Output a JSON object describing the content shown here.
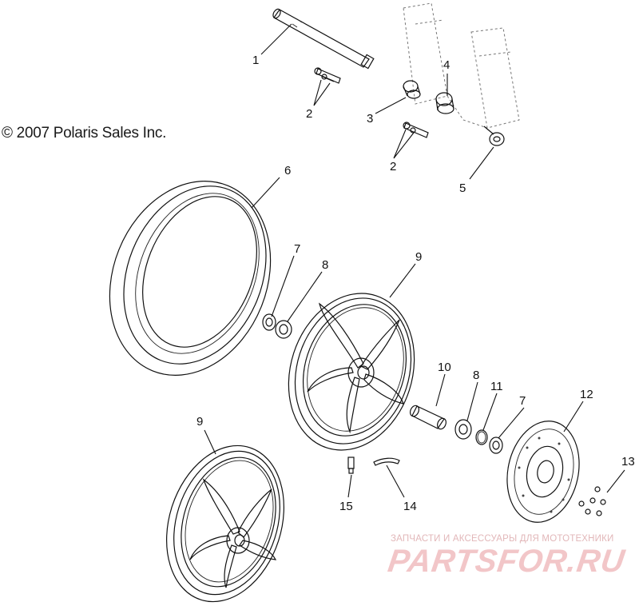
{
  "copyright": "© 2007 Polaris Sales Inc.",
  "watermark": {
    "subtitle": "ЗАПЧАСТИ И АКСЕССУАРЫ ДЛЯ МОТОТЕХНИКИ",
    "logo": "PARTSFOR.RU",
    "color": "#f2c6c8"
  },
  "callouts": [
    {
      "id": "1",
      "label": "1"
    },
    {
      "id": "2a",
      "label": "2"
    },
    {
      "id": "3",
      "label": "3"
    },
    {
      "id": "4",
      "label": "4"
    },
    {
      "id": "2b",
      "label": "2"
    },
    {
      "id": "5",
      "label": "5"
    },
    {
      "id": "6",
      "label": "6"
    },
    {
      "id": "7a",
      "label": "7"
    },
    {
      "id": "8a",
      "label": "8"
    },
    {
      "id": "9a",
      "label": "9"
    },
    {
      "id": "10",
      "label": "10"
    },
    {
      "id": "8b",
      "label": "8"
    },
    {
      "id": "11",
      "label": "11"
    },
    {
      "id": "7b",
      "label": "7"
    },
    {
      "id": "12",
      "label": "12"
    },
    {
      "id": "13",
      "label": "13"
    },
    {
      "id": "9b",
      "label": "9"
    },
    {
      "id": "15",
      "label": "15"
    },
    {
      "id": "14",
      "label": "14"
    }
  ]
}
